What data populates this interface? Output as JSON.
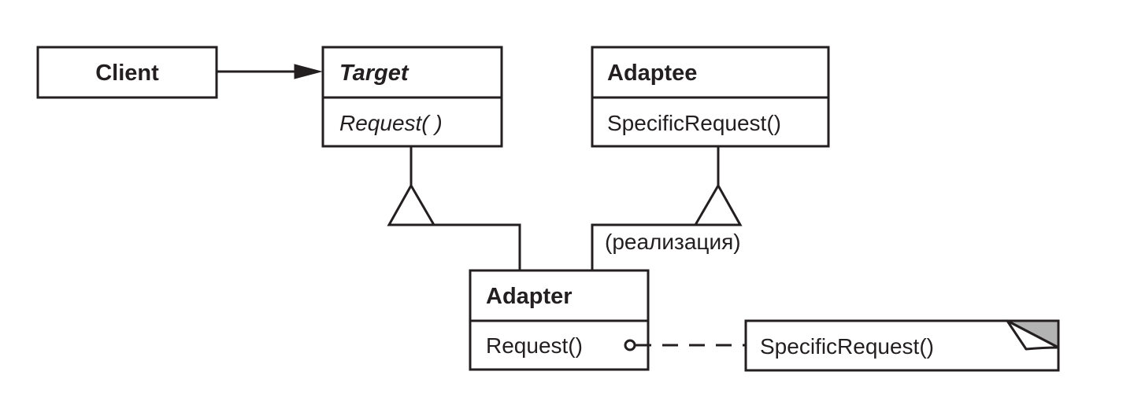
{
  "classes": {
    "client": {
      "name": "Client"
    },
    "target": {
      "name": "Target",
      "operation": "Request( )"
    },
    "adaptee": {
      "name": "Adaptee",
      "operation": "SpecificRequest()"
    },
    "adapter": {
      "name": "Adapter",
      "operation": "Request()"
    }
  },
  "labels": {
    "implementation": "(реализация)"
  },
  "note": {
    "text": "SpecificRequest()"
  },
  "colors": {
    "stroke": "#231f20",
    "note_fold": "#b3b3b3",
    "background": "#ffffff"
  }
}
